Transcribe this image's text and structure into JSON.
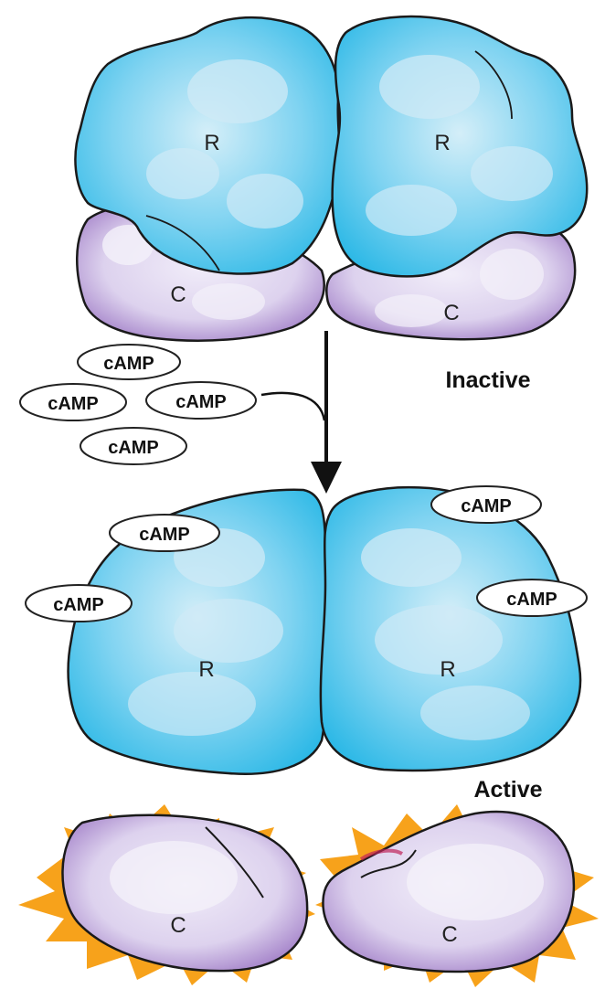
{
  "labels": {
    "regulatory": "R",
    "catalytic": "C",
    "camp": "cAMP",
    "inactive": "Inactive",
    "active": "Active"
  },
  "colors": {
    "regulatory_fill": "#3fc2ea",
    "regulatory_light": "#c9e9f4",
    "catalytic_fill": "#dcd3ef",
    "catalytic_edge": "#8c63b8",
    "starburst": "#f7a21b",
    "outline": "#1a1a1a"
  }
}
